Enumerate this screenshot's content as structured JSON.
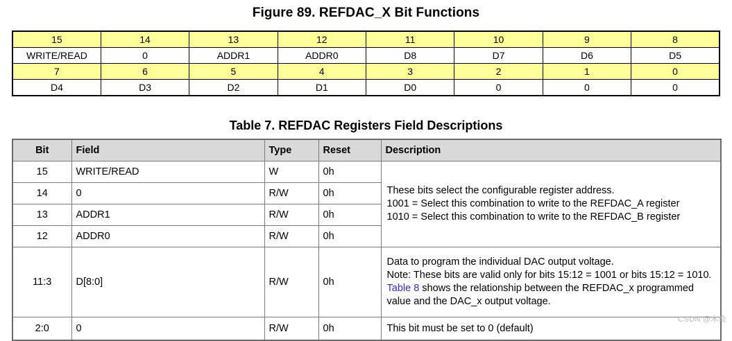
{
  "figure": {
    "title": "Figure 89.  REFDAC_X Bit Functions",
    "colors": {
      "header_fill": "#ffff99",
      "cell_fill": "#ffffff",
      "border": "#000000"
    },
    "rows": [
      {
        "type": "bit-numbers",
        "cells": [
          "15",
          "14",
          "13",
          "12",
          "11",
          "10",
          "9",
          "8"
        ]
      },
      {
        "type": "bit-names",
        "cells": [
          "WRITE/READ",
          "0",
          "ADDR1",
          "ADDR0",
          "D8",
          "D7",
          "D6",
          "D5"
        ]
      },
      {
        "type": "bit-numbers",
        "cells": [
          "7",
          "6",
          "5",
          "4",
          "3",
          "2",
          "1",
          "0"
        ]
      },
      {
        "type": "bit-names",
        "cells": [
          "D4",
          "D3",
          "D2",
          "D1",
          "D0",
          "0",
          "0",
          "0"
        ]
      }
    ]
  },
  "table": {
    "title": "Table 7. REFDAC Registers Field Descriptions",
    "colors": {
      "header_fill": "#d9d9d9",
      "border": "#7a7a7a",
      "link": "#2b2bf5"
    },
    "headers": [
      "Bit",
      "Field",
      "Type",
      "Reset",
      "Description"
    ],
    "rows": [
      {
        "bit": "15",
        "field": "WRITE/READ",
        "type": "W",
        "reset": "0h"
      },
      {
        "bit": "14",
        "field": "0",
        "type": "R/W",
        "reset": "0h"
      },
      {
        "bit": "13",
        "field": "ADDR1",
        "type": "R/W",
        "reset": "0h"
      },
      {
        "bit": "12",
        "field": "ADDR0",
        "type": "R/W",
        "reset": "0h"
      },
      {
        "bit": "11:3",
        "field": "D[8:0]",
        "type": "R/W",
        "reset": "0h"
      },
      {
        "bit": "2:0",
        "field": "0",
        "type": "R/W",
        "reset": "0h"
      }
    ],
    "descriptions": {
      "addr_group": {
        "line1": "These bits select the configurable register address.",
        "line2": "1001 = Select this combination to write to the REFDAC_A register",
        "line3": "1010 = Select this combination to write to the REFDAC_B register"
      },
      "data_group": {
        "line1": "Data to program the individual DAC output voltage.",
        "line2": "Note: These bits are valid only for bits 15:12 = 1001 or bits 15:12 = 1010.",
        "link_text": "Table 8",
        "line3_rest": " shows the relationship between the REFDAC_x programmed value and the DAC_x output voltage."
      },
      "reserved_group": {
        "line1": "This bit must be set to 0 (default)"
      }
    }
  },
  "watermark": {
    "text": "CSDN @木俞"
  }
}
